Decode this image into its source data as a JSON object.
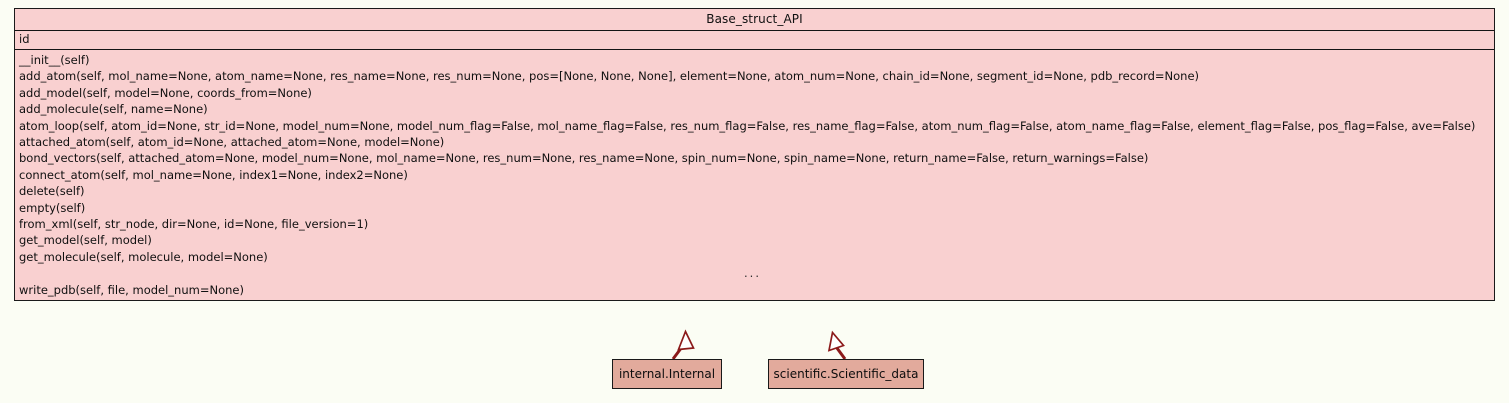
{
  "diagram": {
    "type": "uml-class-diagram",
    "background_color": "#fbfdf4",
    "base_class": {
      "name": "Base_struct_API",
      "fill_color": "#f9d0d0",
      "border_color": "#1a1a1a",
      "attributes": [
        "id"
      ],
      "operations": [
        "__init__(self)",
        "add_atom(self, mol_name=None, atom_name=None, res_name=None, res_num=None, pos=[None, None, None], element=None, atom_num=None, chain_id=None, segment_id=None, pdb_record=None)",
        "add_model(self, model=None, coords_from=None)",
        "add_molecule(self, name=None)",
        "atom_loop(self, atom_id=None, str_id=None, model_num=None, model_num_flag=False, mol_name_flag=False, res_num_flag=False, res_name_flag=False, atom_num_flag=False, atom_name_flag=False, element_flag=False, pos_flag=False, ave=False)",
        "attached_atom(self, atom_id=None, attached_atom=None, model=None)",
        "bond_vectors(self, attached_atom=None, model_num=None, mol_name=None, res_num=None, res_name=None, spin_num=None, spin_name=None, return_name=False, return_warnings=False)",
        "connect_atom(self, mol_name=None, index1=None, index2=None)",
        "delete(self)",
        "empty(self)",
        "from_xml(self, str_node, dir=None, id=None, file_version=1)",
        "get_model(self, model)",
        "get_molecule(self, molecule, model=None)"
      ],
      "truncation_marker": "...",
      "operations_after_marker": [
        "write_pdb(self, file, model_num=None)"
      ]
    },
    "subclasses": [
      {
        "label": "internal.Internal",
        "fill_color": "#e2aa9c",
        "border_color": "#191919",
        "relationship": "generalization"
      },
      {
        "label": "scientific.Scientific_data",
        "fill_color": "#e2aa9c",
        "border_color": "#191919",
        "relationship": "generalization"
      }
    ],
    "connector_color": "#8b1a1a"
  }
}
